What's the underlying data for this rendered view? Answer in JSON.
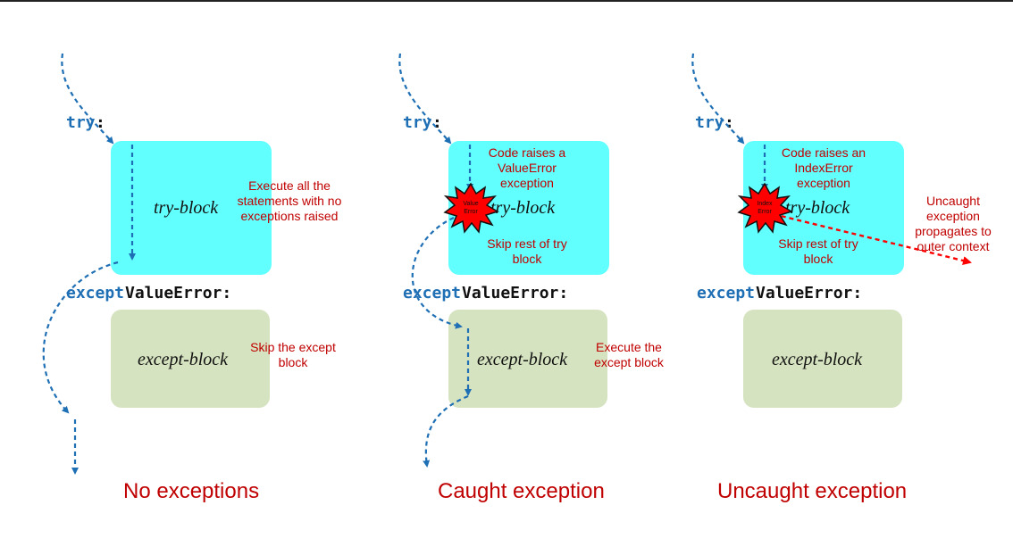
{
  "code": {
    "try_kw": "try",
    "try_colon": ":",
    "except_kw": "except",
    "except_rest": " ValueError:"
  },
  "blocks": {
    "try_block": "try-block",
    "except_block": "except-block"
  },
  "panels": [
    {
      "caption": "No exceptions",
      "try_note": "Execute all the statements with no exceptions raised",
      "except_note": "Skip the except block"
    },
    {
      "caption": "Caught exception",
      "try_note_top": "Code raises a ValueError exception",
      "try_note_bottom": "Skip rest of try block",
      "burst_text": "Value Error",
      "except_note": "Execute the except block"
    },
    {
      "caption": "Uncaught exception",
      "try_note_top": "Code raises an IndexError exception",
      "try_note_bottom": "Skip rest of try block",
      "burst_text": "Index Error",
      "outer_note": "Uncaught exception propagates to outer context"
    }
  ],
  "colors": {
    "keyword": "#1f6fb5",
    "try_fill": "#62ffff",
    "except_fill": "#d6e3c0",
    "note_red": "#c00000",
    "arrow_blue": "#1f6fb5",
    "burst_red": "#ff0000"
  }
}
